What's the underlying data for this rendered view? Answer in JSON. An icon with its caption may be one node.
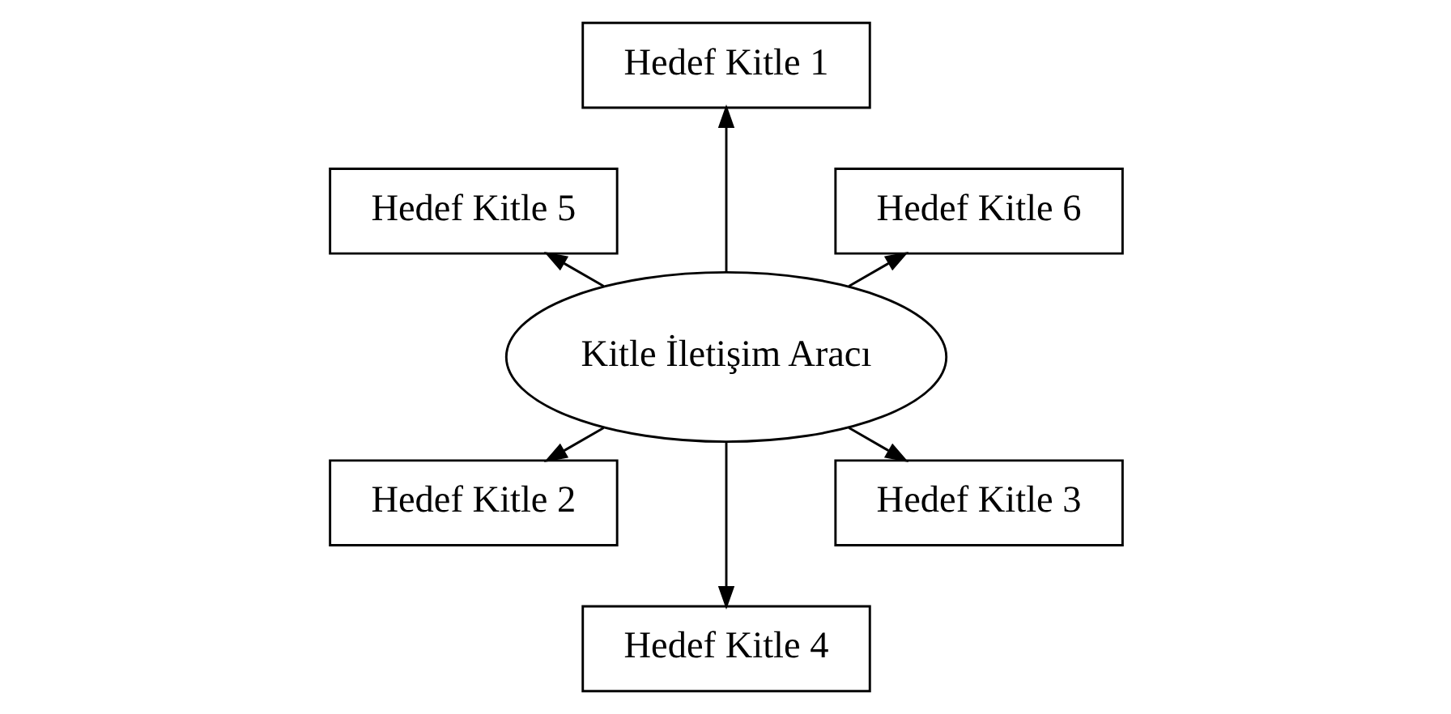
{
  "diagram": {
    "nodes": [
      {
        "text": [
          "Hedef Kitle 6"
        ]
      },
      {
        "text": [
          "Hedef Kitle 1"
        ]
      },
      {
        "text": [
          "Hedef Kitle 5"
        ]
      },
      {
        "text": [
          "Kitle İletişim Aracı"
        ]
      },
      {
        "text": [
          "Hedef Kitle 2"
        ]
      },
      {
        "text": [
          "Hedef Kitle 4"
        ]
      },
      {
        "text": [
          "Hedef Kitle 3"
        ]
      }
    ],
    "edges": [
      {
        "from": 3,
        "to": 0,
        "arrow": "to"
      },
      {
        "from": 3,
        "to": 1,
        "arrow": "to"
      },
      {
        "from": 3,
        "to": 2,
        "arrow": "to"
      },
      {
        "from": 3,
        "to": 4,
        "arrow": "to"
      },
      {
        "from": 3,
        "to": 5,
        "arrow": "to"
      },
      {
        "from": 3,
        "to": 6,
        "arrow": "to"
      }
    ]
  }
}
